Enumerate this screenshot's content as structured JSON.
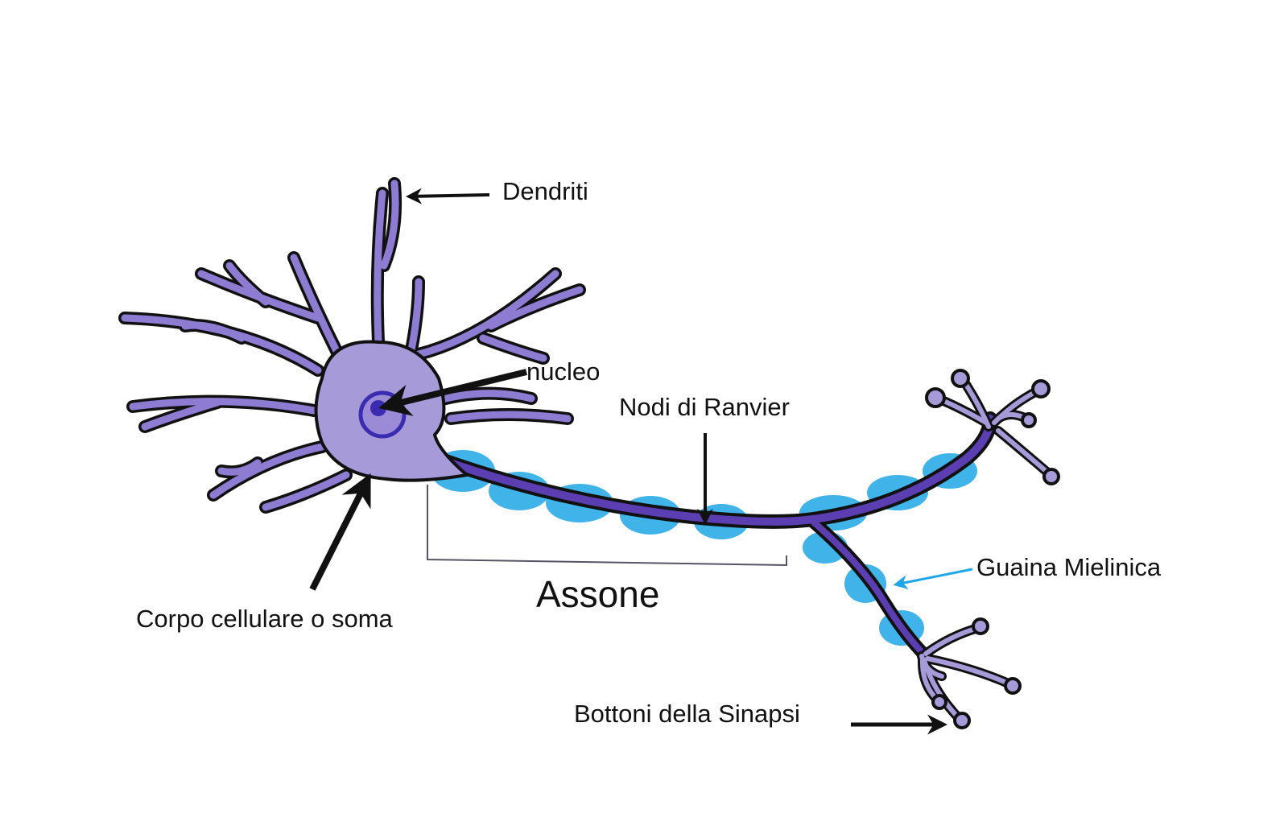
{
  "labels": {
    "dendrites": "Dendriti",
    "nucleus": "nucleo",
    "nodes_of_ranvier": "Nodi di Ranvier",
    "myelin_sheath": "Guaina Mielinica",
    "axon": "Assone",
    "cell_body": "Corpo cellulare o soma",
    "synaptic_buttons": "Bottoni della Sinapsi"
  },
  "colors": {
    "background": "#ffffff",
    "neuron_fill": "#a79ad8",
    "neuron_dark": "#5b3fb2",
    "outline": "#111111",
    "myelin": "#1fa6e6",
    "myelin_arrow": "#1fa6e6",
    "label_arrow": "#111111"
  }
}
